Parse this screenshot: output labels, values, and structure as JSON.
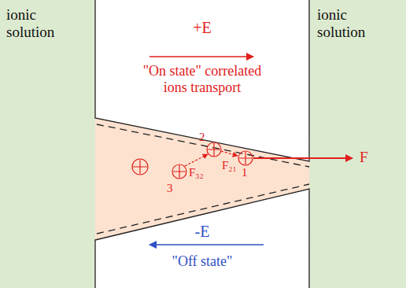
{
  "diagram": {
    "nodes": [
      {
        "text": [
          "ionic solution"
        ]
      },
      {
        "text": [
          "+E",
          "\"On state\" correlated ions transport"
        ]
      },
      {
        "text": [
          "-E",
          "\"Off state\""
        ]
      },
      {
        "text": [
          "ionic solution"
        ]
      }
    ],
    "labels": [
      "3",
      "2",
      "1",
      "F₃₂",
      "F₂₁",
      "F"
    ]
  }
}
